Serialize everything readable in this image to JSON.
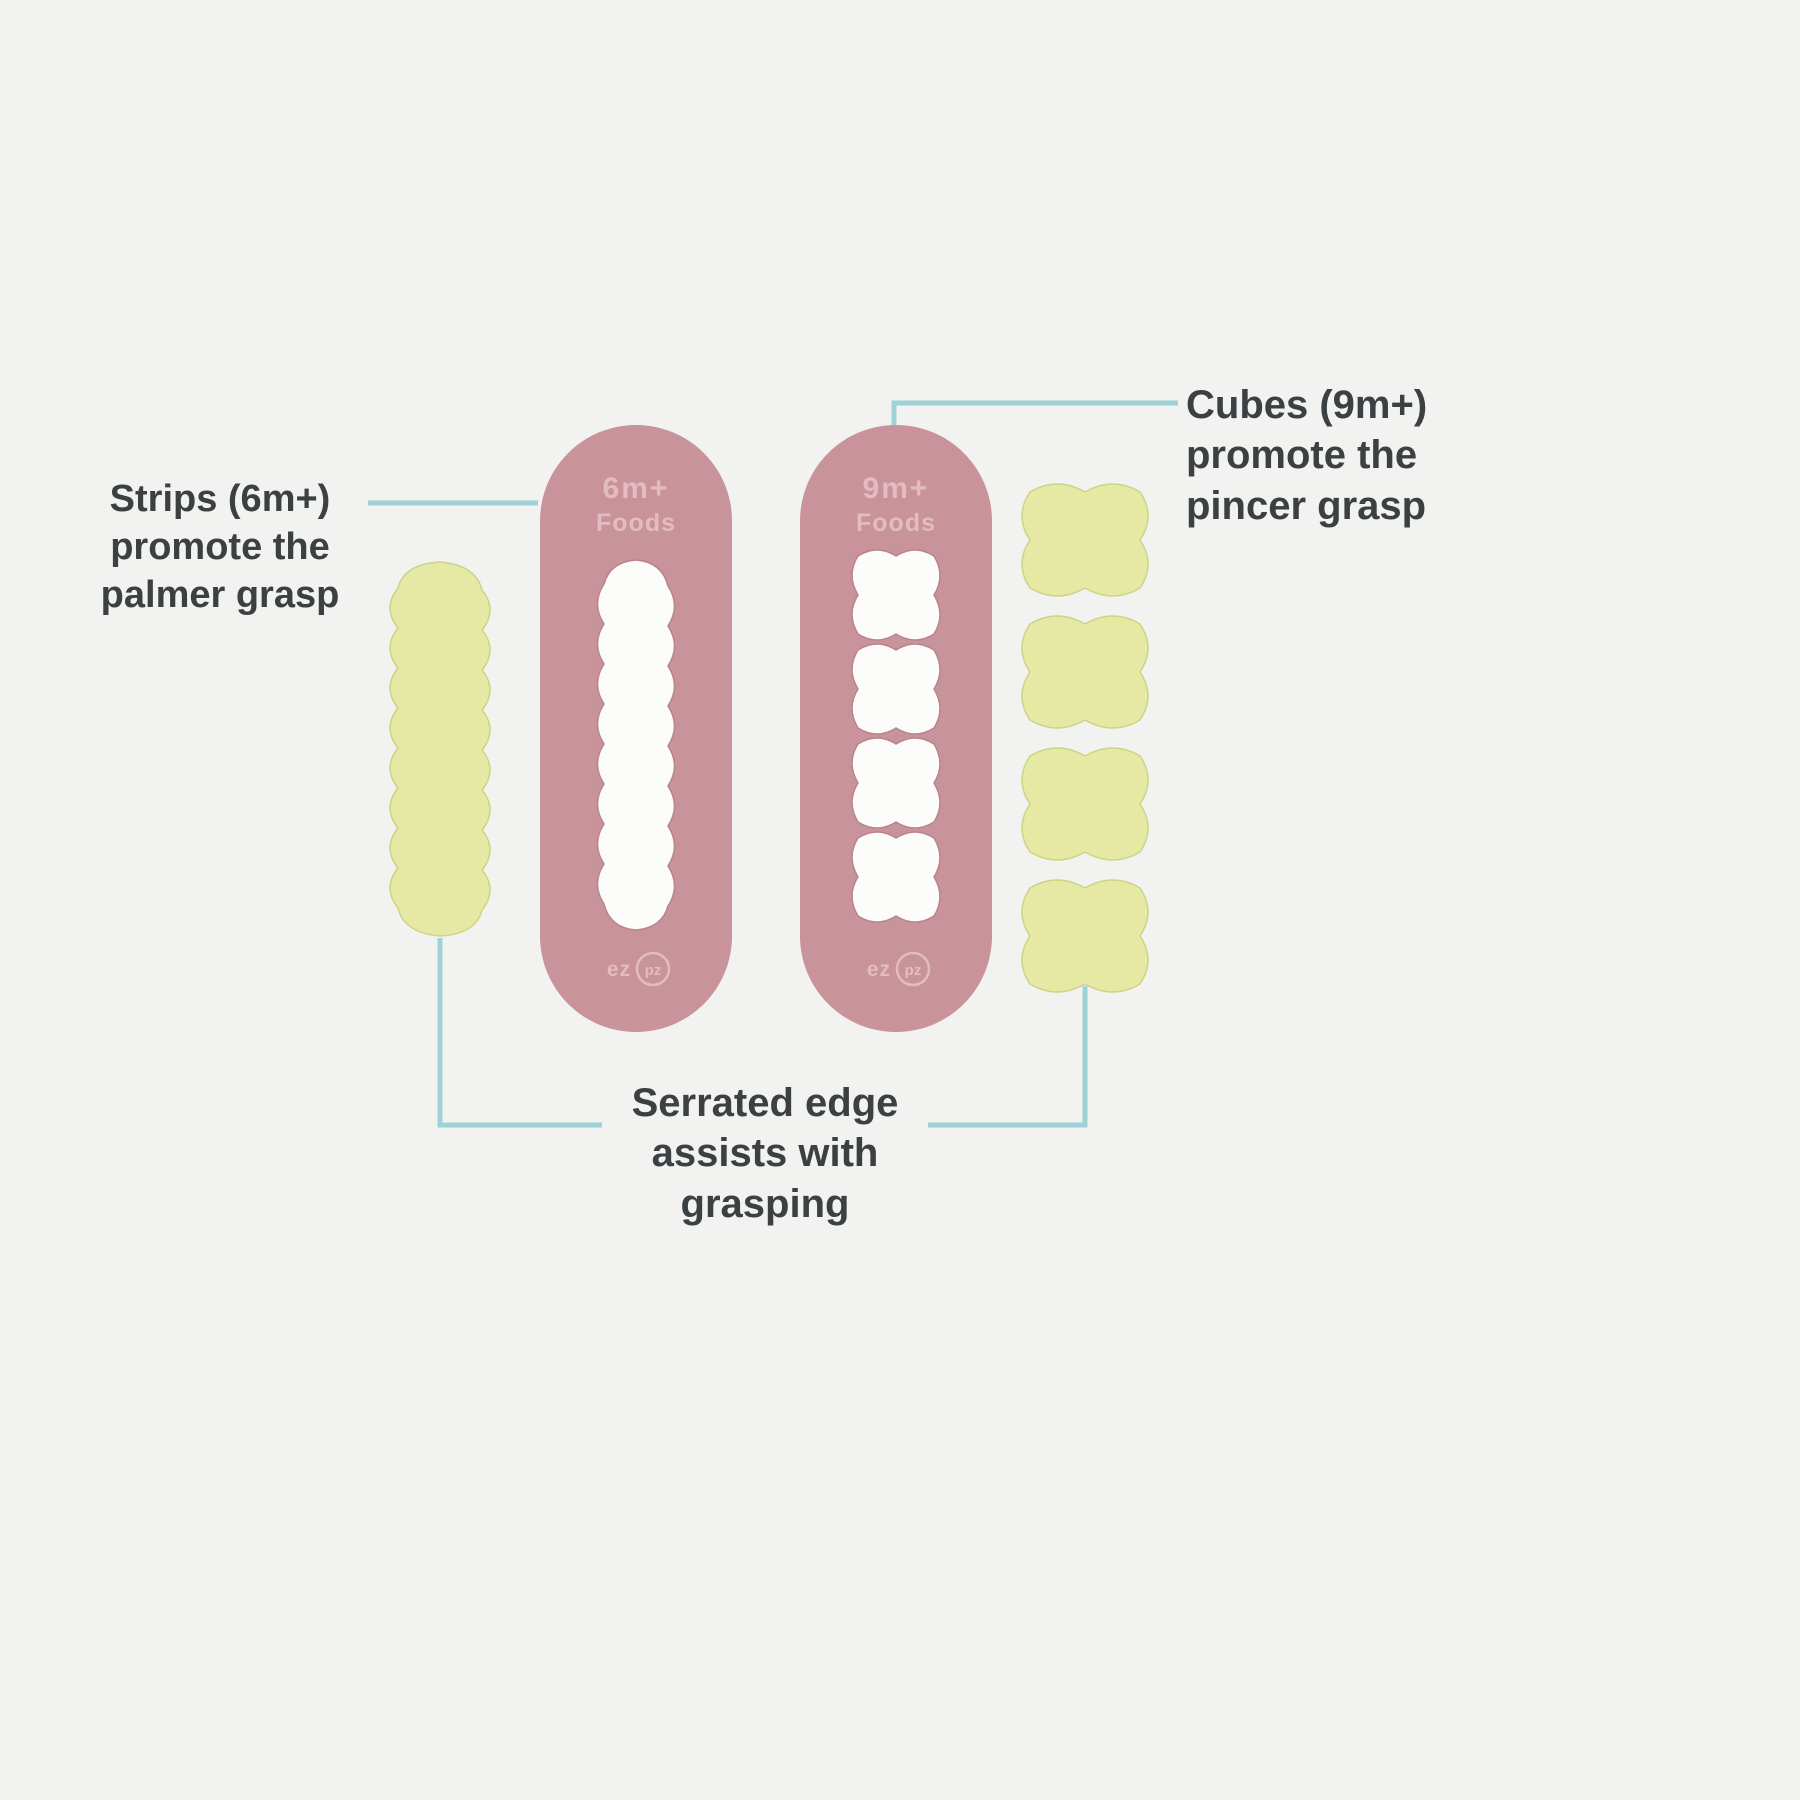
{
  "colors": {
    "background": "#f2f2f0",
    "cutter_body": "#c8939b",
    "cutter_markings": "#e2bcc0",
    "cutout": "#fcfcfa",
    "food": "#e6e9a4",
    "connector": "#9ed2d6",
    "label_text": "#3b4043"
  },
  "annotations": {
    "strips": {
      "lines": [
        "Strips (6m+)",
        "promote the",
        "palmer grasp"
      ]
    },
    "cubes": {
      "lines": [
        "Cubes (9m+)",
        "promote the",
        "pincer grasp"
      ]
    },
    "serrated": {
      "lines": [
        "Serrated edge",
        "assists with",
        "grasping"
      ]
    }
  },
  "cutters": {
    "strip": {
      "age": "6m+",
      "category": "Foods"
    },
    "cube": {
      "age": "9m+",
      "category": "Foods"
    }
  },
  "brand": {
    "ez": "ez",
    "pz": "pz"
  }
}
